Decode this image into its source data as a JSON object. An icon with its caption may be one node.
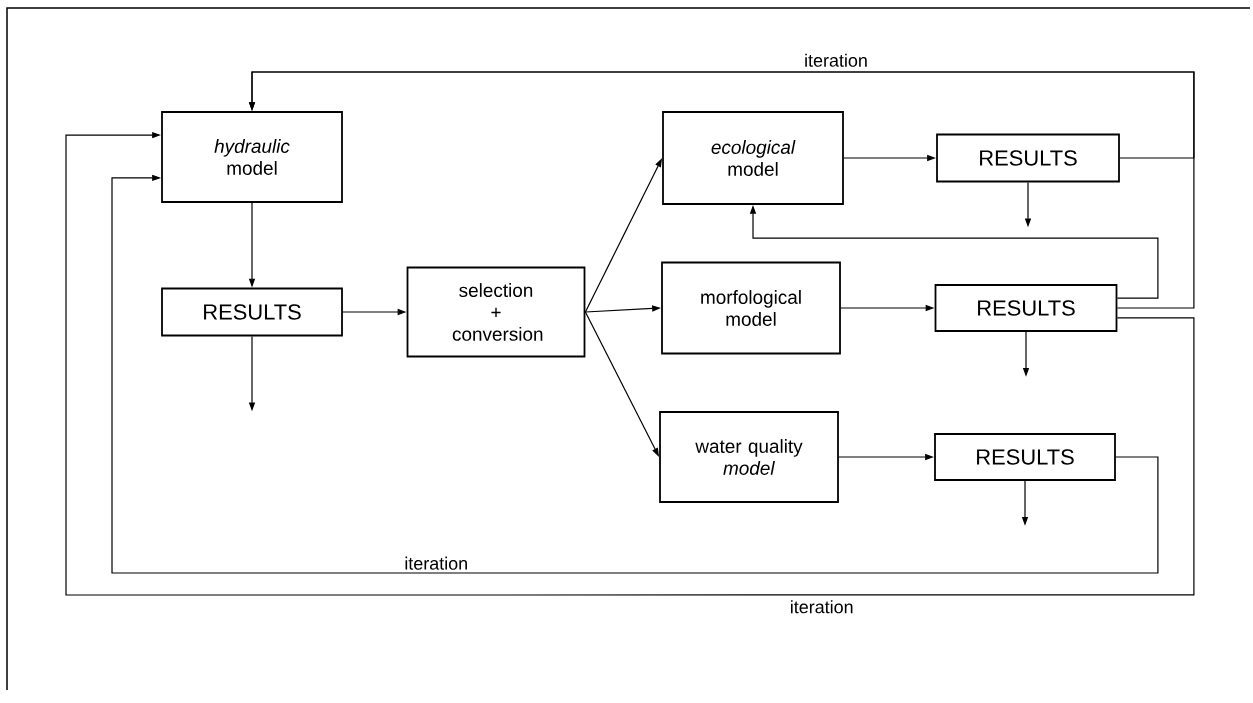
{
  "diagram": {
    "nodes": [
      {
        "text": [
          "*hydraulic* model"
        ]
      },
      {
        "text": [
          "RESULTS"
        ]
      },
      {
        "text": [
          "selection + conversion"
        ]
      },
      {
        "text": [
          "*ecological* model"
        ]
      },
      {
        "text": [
          "morfological model"
        ]
      },
      {
        "text": [
          "water quality *model*"
        ]
      },
      {
        "text": [
          "RESULTS"
        ]
      },
      {
        "text": [
          "RESULTS"
        ]
      },
      {
        "text": [
          "RESULTS"
        ]
      }
    ],
    "edges": [
      {
        "from": 0,
        "to": 1,
        "arrow": "to"
      },
      {
        "from": 1,
        "to": 2,
        "arrow": "to"
      },
      {
        "from": 2,
        "to": 3,
        "arrow": "to"
      },
      {
        "from": 2,
        "to": 4,
        "arrow": "to"
      },
      {
        "from": 2,
        "to": 5,
        "arrow": "to"
      },
      {
        "from": 3,
        "to": 6,
        "arrow": "to"
      },
      {
        "from": 4,
        "to": 7,
        "arrow": "to"
      },
      {
        "from": 5,
        "to": 8,
        "arrow": "to"
      },
      {
        "from": 1,
        "to": null,
        "arrow": "to"
      },
      {
        "from": 6,
        "to": null,
        "arrow": "to"
      },
      {
        "from": 7,
        "to": null,
        "arrow": "to"
      },
      {
        "from": 8,
        "to": null,
        "arrow": "to"
      },
      {
        "from": 6,
        "to": 0,
        "arrow": "to",
        "label": "iteration"
      },
      {
        "from": 7,
        "to": 0,
        "arrow": "to"
      },
      {
        "from": 7,
        "to": 3,
        "arrow": "to"
      },
      {
        "from": 7,
        "to": 0,
        "arrow": "to",
        "label": "iteration"
      },
      {
        "from": 8,
        "to": 0,
        "arrow": "to",
        "label": "iteration"
      }
    ]
  }
}
